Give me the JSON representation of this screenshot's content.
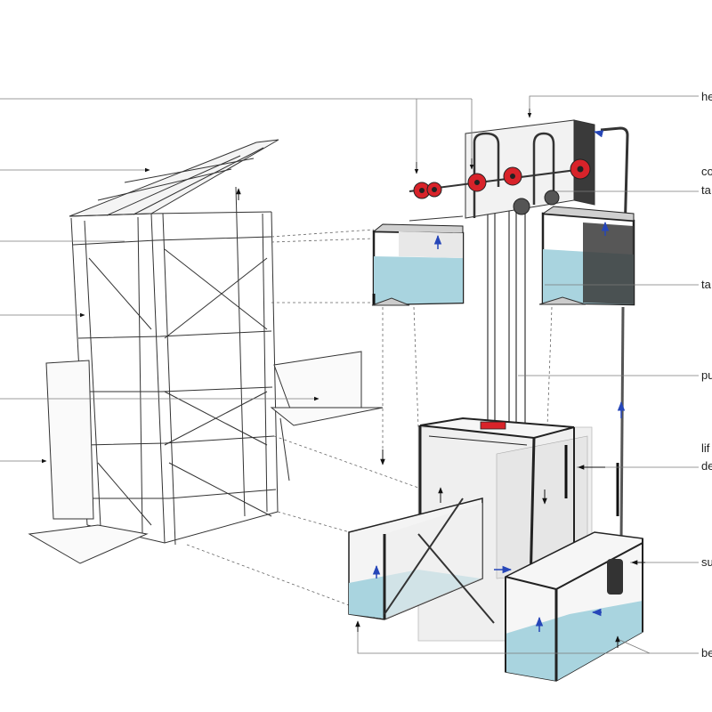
{
  "labels": {
    "right_1": "he",
    "right_2a": "co",
    "right_2b": "ta",
    "right_3": "ta",
    "right_4": "pu",
    "right_5a": "lif",
    "right_5b": "de",
    "right_6": "su",
    "right_7": "be"
  },
  "colors": {
    "line": "#2b2b2b",
    "leader": "#7a7a7a",
    "water": "#a9d4df",
    "wheel": "#d8232a",
    "arrow_blue": "#2646b8",
    "panel": "#e2e2e2"
  },
  "icons": [
    "pulley-wheel-icon",
    "flow-arrow-icon",
    "leader-arrow-icon"
  ]
}
